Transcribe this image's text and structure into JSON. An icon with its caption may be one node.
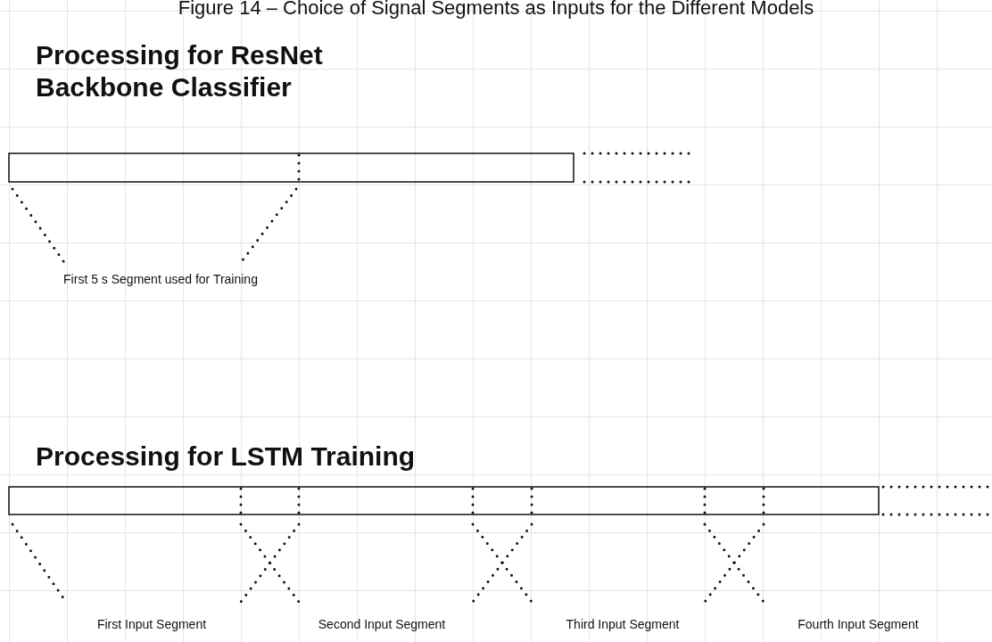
{
  "diagram": {
    "title": "Figure 14 – Choice of Signal Segments as Inputs for the Different Models",
    "labels": [
      "Processing for ResNet Backbone Classifier",
      "First 5 s Segment used for Training",
      "Processing for LSTM Training",
      "First Input Segment",
      "Second Input Segment",
      "Third Input Segment",
      "Fourth Input Segment"
    ]
  }
}
